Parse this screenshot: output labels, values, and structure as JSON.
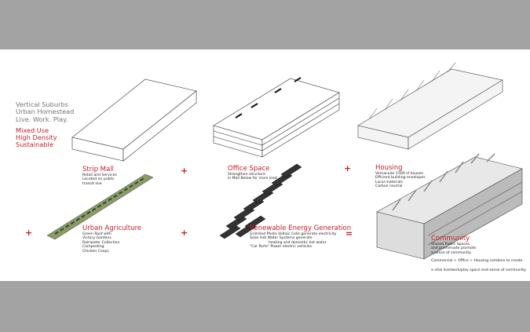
{
  "intro": {
    "lines": [
      "Vertical Suburbs",
      "Urban Homestead",
      "Live. Work. Play."
    ],
    "red_lines": [
      "Mixed Use",
      "High Density",
      "Sustainable"
    ]
  },
  "sections": {
    "strip_mall": {
      "title": "Strip Mall",
      "lines": [
        "Retail and Services",
        "Located on public",
        "transit  line"
      ]
    },
    "office": {
      "title": "Office Space",
      "lines": [
        "Strengthen structure",
        "in Mall Below for more load"
      ]
    },
    "housing": {
      "title": "Housing",
      "lines": [
        "Vernacular 1500 sf houses",
        "Efficient building envelopes",
        "Local materials",
        "Carbon neutral"
      ]
    },
    "agriculture": {
      "title": "Urban Agriculture",
      "lines": [
        "Green Roof with",
        "Victory Gardens",
        "Rainwater Collection",
        "Composting",
        "Chicken Coops"
      ]
    },
    "energy": {
      "title": "Renewable Energy Generation",
      "lines": [
        "Grid-tied Photo Voltaic Cells generate electricity",
        "Solar Hot Water Systems generate",
        "heating and domestic hot water",
        "\"Car Ports\" Power electric vehicles"
      ]
    },
    "community": {
      "title": "Community",
      "lines": [
        "Shared Public Spaces",
        "and promenade promote",
        "a sense of community."
      ],
      "summary": [
        "Commercial + Office + Housing combine to create",
        "a vital live/work/play space and sense of community."
      ]
    }
  },
  "operators": {
    "plus": "+",
    "equals": "="
  },
  "colors": {
    "accent": "#c8202a",
    "band": "#a3a3a3"
  }
}
